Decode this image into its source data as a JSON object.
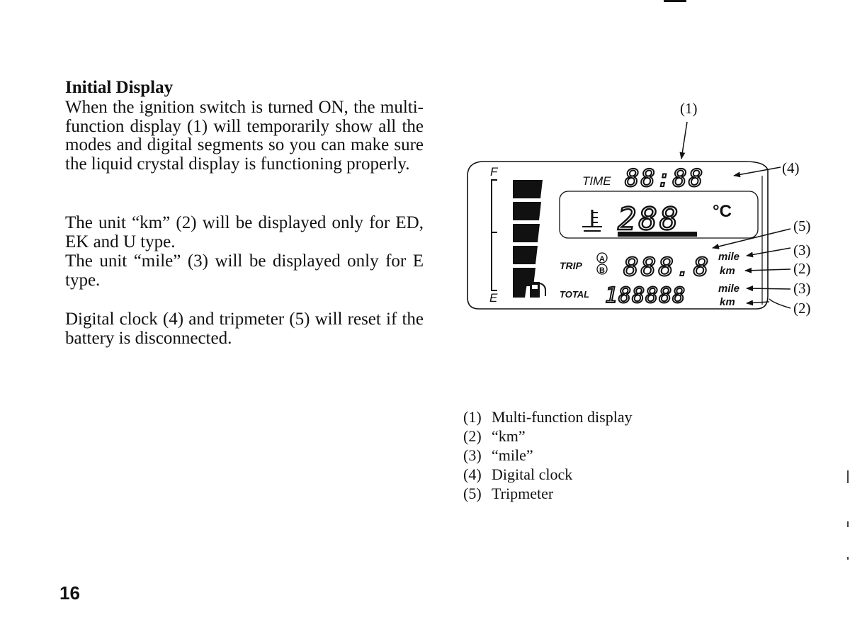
{
  "page": {
    "heading": "Initial Display",
    "paragraphs": [
      "When the ignition switch is turned ON, the multi-function display (1) will temporarily show all the modes and digital segments so you can make sure the liquid crystal display is functioning properly.",
      "The unit “km” (2) will be displayed only for ED, EK and U type.",
      "The unit “mile” (3) will be displayed only for E type.",
      "Digital clock (4) and tripmeter (5) will reset if the battery is disconnected."
    ],
    "page_number": "16"
  },
  "diagram": {
    "callouts": {
      "display": "(1)",
      "clock": "(4)",
      "tripmeter": "(5)",
      "trip_mile": "(3)",
      "trip_km": "(2)",
      "total_mile": "(3)",
      "total_km": "(2)"
    },
    "lcd": {
      "fuel_full": "F",
      "fuel_empty": "E",
      "time_label": "TIME",
      "clock_digits": "88:88",
      "temp_digits": "288",
      "temp_unit": "°C",
      "trip_label": "TRIP",
      "trip_a": "A",
      "trip_b": "B",
      "trip_digits": "888.8",
      "total_label": "TOTAL",
      "total_digits": "188888",
      "unit_mile": "mile",
      "unit_km": "km"
    }
  },
  "legend": [
    {
      "num": "(1)",
      "label": "Multi-function display"
    },
    {
      "num": "(2)",
      "label": "“km”"
    },
    {
      "num": "(3)",
      "label": "“mile”"
    },
    {
      "num": "(4)",
      "label": "Digital clock"
    },
    {
      "num": "(5)",
      "label": "Tripmeter"
    }
  ],
  "colors": {
    "ink": "#111111",
    "paper": "#ffffff"
  }
}
